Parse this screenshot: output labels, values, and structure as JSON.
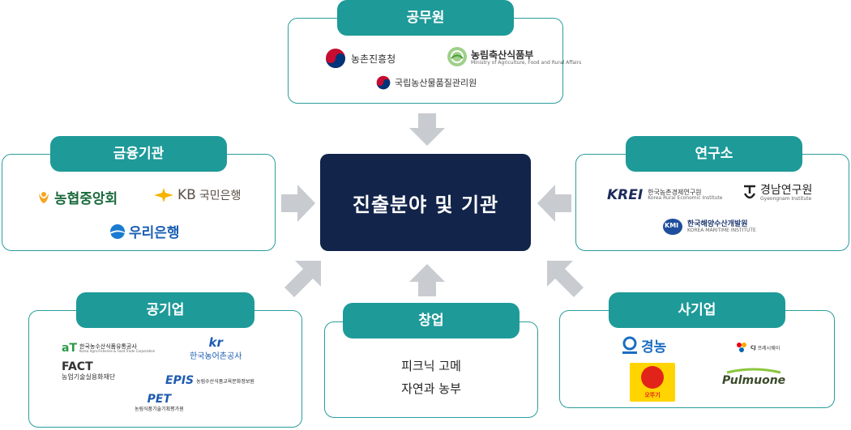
{
  "center": {
    "label": "진출분야 및 기관"
  },
  "groups": {
    "government": {
      "title": "공무원",
      "orgs": [
        "농촌진흥청",
        "농림축산식품부",
        "국립농산물품질관리원"
      ],
      "sub": "Ministry of Agriculture, Food and Rural Affairs"
    },
    "finance": {
      "title": "금융기관",
      "orgs": [
        "농협중앙회",
        "KB 국민은행",
        "우리은행"
      ],
      "kb_mark": "KB",
      "kb_name": "국민은행"
    },
    "research": {
      "title": "연구소",
      "orgs": [
        "KREI",
        "한국농촌경제연구원",
        "Korea Rural Economic Institute",
        "경남연구원",
        "Gyeongnam Institute",
        "KMI",
        "한국해양수산개발원",
        "KOREA MARITIME INSTITUTE"
      ]
    },
    "public_corp": {
      "title": "공기업",
      "orgs": [
        "aT",
        "한국농수산식품유통공사",
        "Korea Agro-Fisheries & Food Trade Corporation",
        "kr",
        "한국농어촌공사",
        "FACT",
        "농업기술실용화재단",
        "EPIS",
        "농림수산식품교육문화정보원",
        "PET",
        "농림식품기술기획평가원"
      ]
    },
    "startup": {
      "title": "창업",
      "items": [
        "피크닉 고메",
        "자연과 농부"
      ]
    },
    "private": {
      "title": "사기업",
      "orgs": [
        "경농",
        "CJ",
        "프레시웨이",
        "오뚜기",
        "Pulmuone"
      ]
    },
    "colors": {
      "teal": "#1e9a99",
      "navy": "#12244a",
      "arrow": "#c8cbd0"
    }
  }
}
